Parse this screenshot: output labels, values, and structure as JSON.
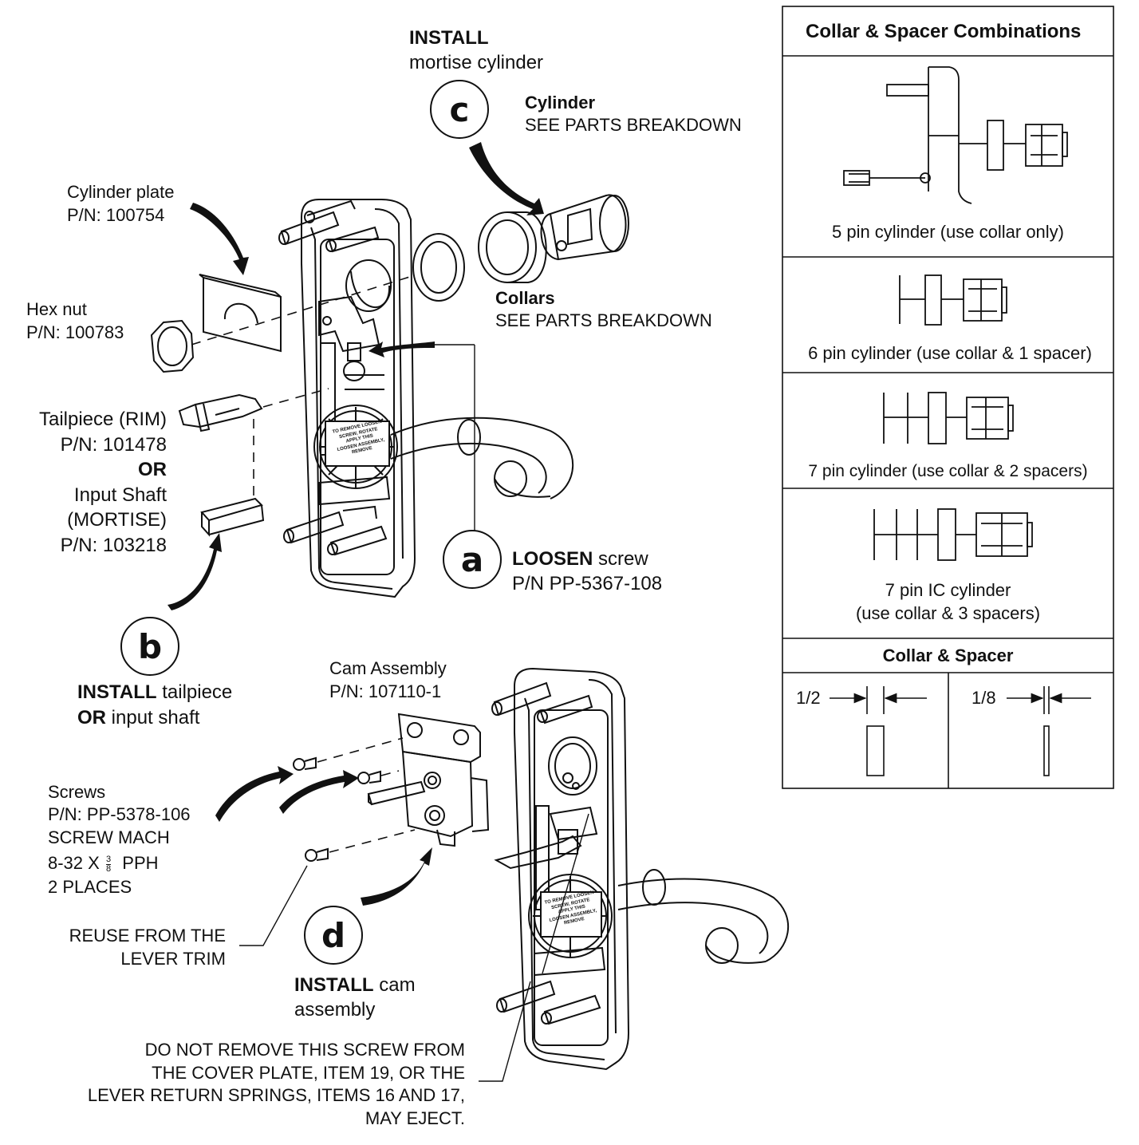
{
  "step_c": {
    "letter": "c",
    "title": "INSTALL",
    "subtitle": "mortise cylinder",
    "cylinder_label": "Cylinder",
    "cylinder_ref": "SEE PARTS BREAKDOWN"
  },
  "step_a": {
    "letter": "a",
    "action": "LOOSEN",
    "action_rest": " screw",
    "part": "P/N PP-5367-108"
  },
  "step_b": {
    "letter": "b",
    "line1_bold": "INSTALL",
    "line1_rest": " tailpiece",
    "line2_bold": "OR",
    "line2_rest": " input shaft"
  },
  "step_d": {
    "letter": "d",
    "line1_bold": "INSTALL",
    "line1_rest": " cam",
    "line2": "assembly"
  },
  "parts": {
    "cylinder_plate": [
      "Cylinder plate",
      "P/N: 100754"
    ],
    "hex_nut": [
      "Hex nut",
      "P/N: 100783"
    ],
    "tailpiece": [
      "Tailpiece (RIM)",
      "P/N: 101478"
    ],
    "or": "OR",
    "input_shaft": [
      "Input Shaft",
      "(MORTISE)",
      "P/N: 103218"
    ],
    "collars_label": "Collars",
    "collars_ref": "SEE PARTS BREAKDOWN",
    "cam_assembly": [
      "Cam Assembly",
      "P/N: 107110-1"
    ],
    "screws": {
      "line1": "Screws",
      "line2": "P/N: PP-5378-106",
      "line3": "SCREW MACH",
      "line4_pre": "8-32 X ",
      "frac_num": "3",
      "frac_den": "8",
      "line4_post": "  PPH",
      "line5": "2 PLACES"
    },
    "reuse": [
      "REUSE FROM THE",
      "LEVER TRIM"
    ],
    "warning": [
      "DO NOT REMOVE THIS SCREW FROM",
      "THE COVER PLATE, ITEM 19, OR THE",
      "LEVER RETURN SPRINGS, ITEMS 16 AND 17,",
      "MAY EJECT."
    ]
  },
  "plate_label": [
    "TO REMOVE LOOSEN",
    "SCREW, ROTATE",
    "APPLY THIS",
    "LOOSEN ASSEMBLY,",
    "REMOVE"
  ],
  "table": {
    "title": "Collar & Spacer Combinations",
    "rows": [
      "5 pin cylinder (use collar only)",
      "6 pin cylinder (use collar & 1 spacer)",
      "7 pin cylinder (use collar & 2 spacers)",
      [
        "7 pin IC cylinder",
        "(use collar & 3 spacers)"
      ]
    ],
    "sub_title": "Collar & Spacer",
    "collar_dim": "1/2",
    "spacer_dim": "1/8"
  }
}
